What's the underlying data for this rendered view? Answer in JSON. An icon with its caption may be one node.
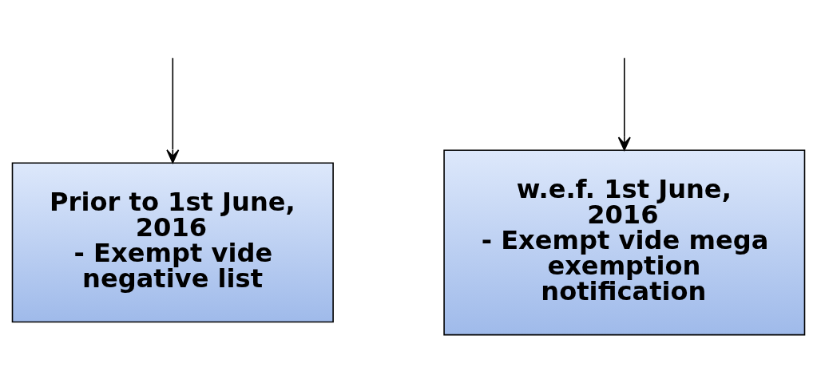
{
  "diagram": {
    "nodes": [
      {
        "text": [
          "Prior to 1st June, 2016",
          "- Exempt vide negative list"
        ]
      },
      {
        "text": [
          "w.e.f. 1st June, 2016",
          "- Exempt vide mega exemption notification"
        ]
      }
    ],
    "edges": [
      {
        "from": null,
        "to": 0,
        "arrow": "to"
      },
      {
        "from": null,
        "to": 1,
        "arrow": "to"
      }
    ]
  }
}
